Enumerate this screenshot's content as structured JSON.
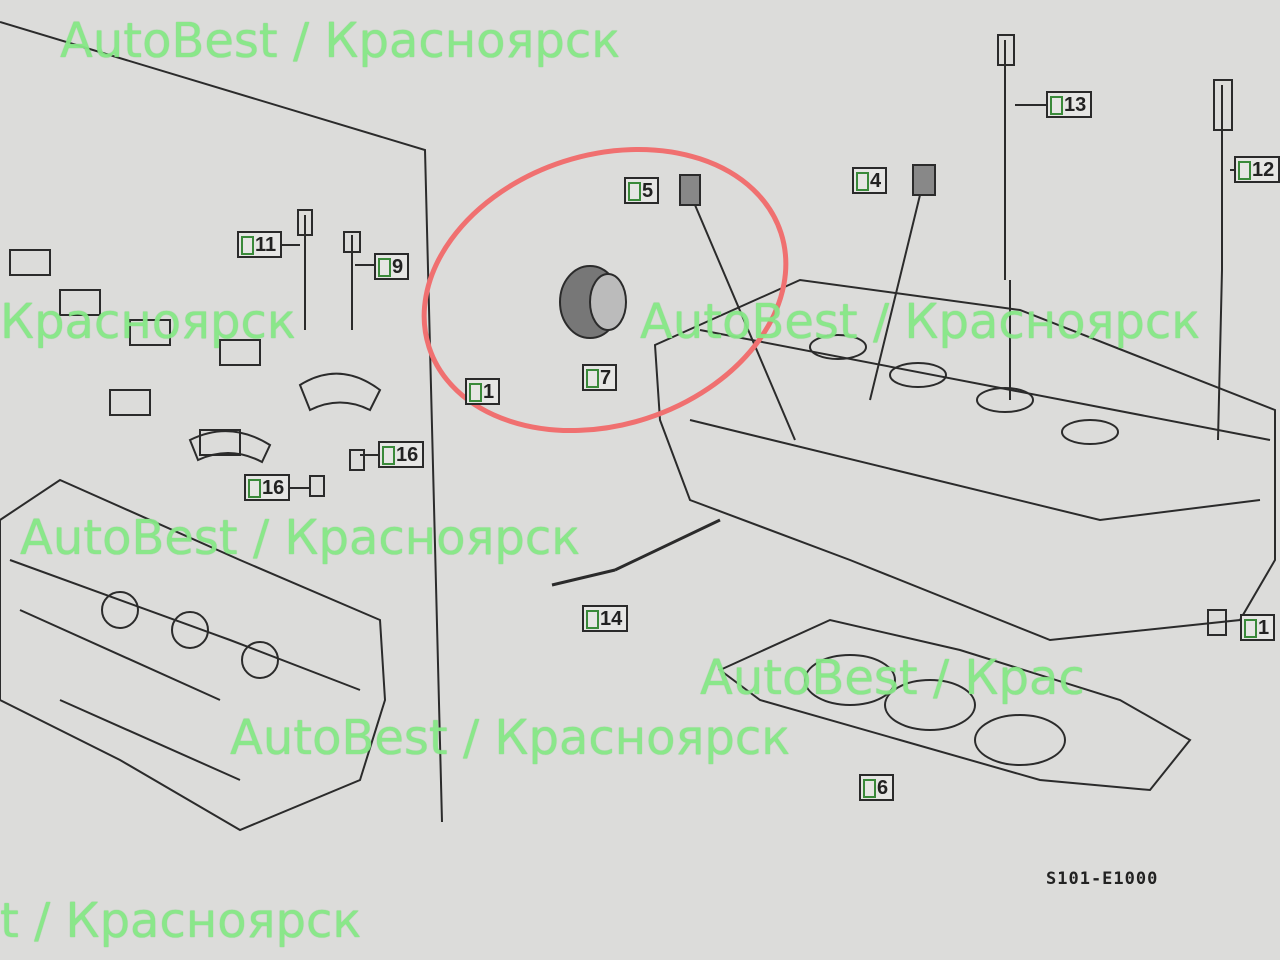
{
  "diagram": {
    "code": "S101-E1000",
    "callouts": [
      "11",
      "9",
      "16",
      "16",
      "1",
      "7",
      "5",
      "4",
      "13",
      "12",
      "14",
      "6",
      "1"
    ],
    "highlight_color": "#f07070"
  },
  "watermarks": {
    "text": "AutoBest / Красноярск",
    "short": "Красноярск",
    "part_a": "AutoBest / Крас",
    "part_b": "t / Красноярск",
    "color": "#86e886"
  }
}
